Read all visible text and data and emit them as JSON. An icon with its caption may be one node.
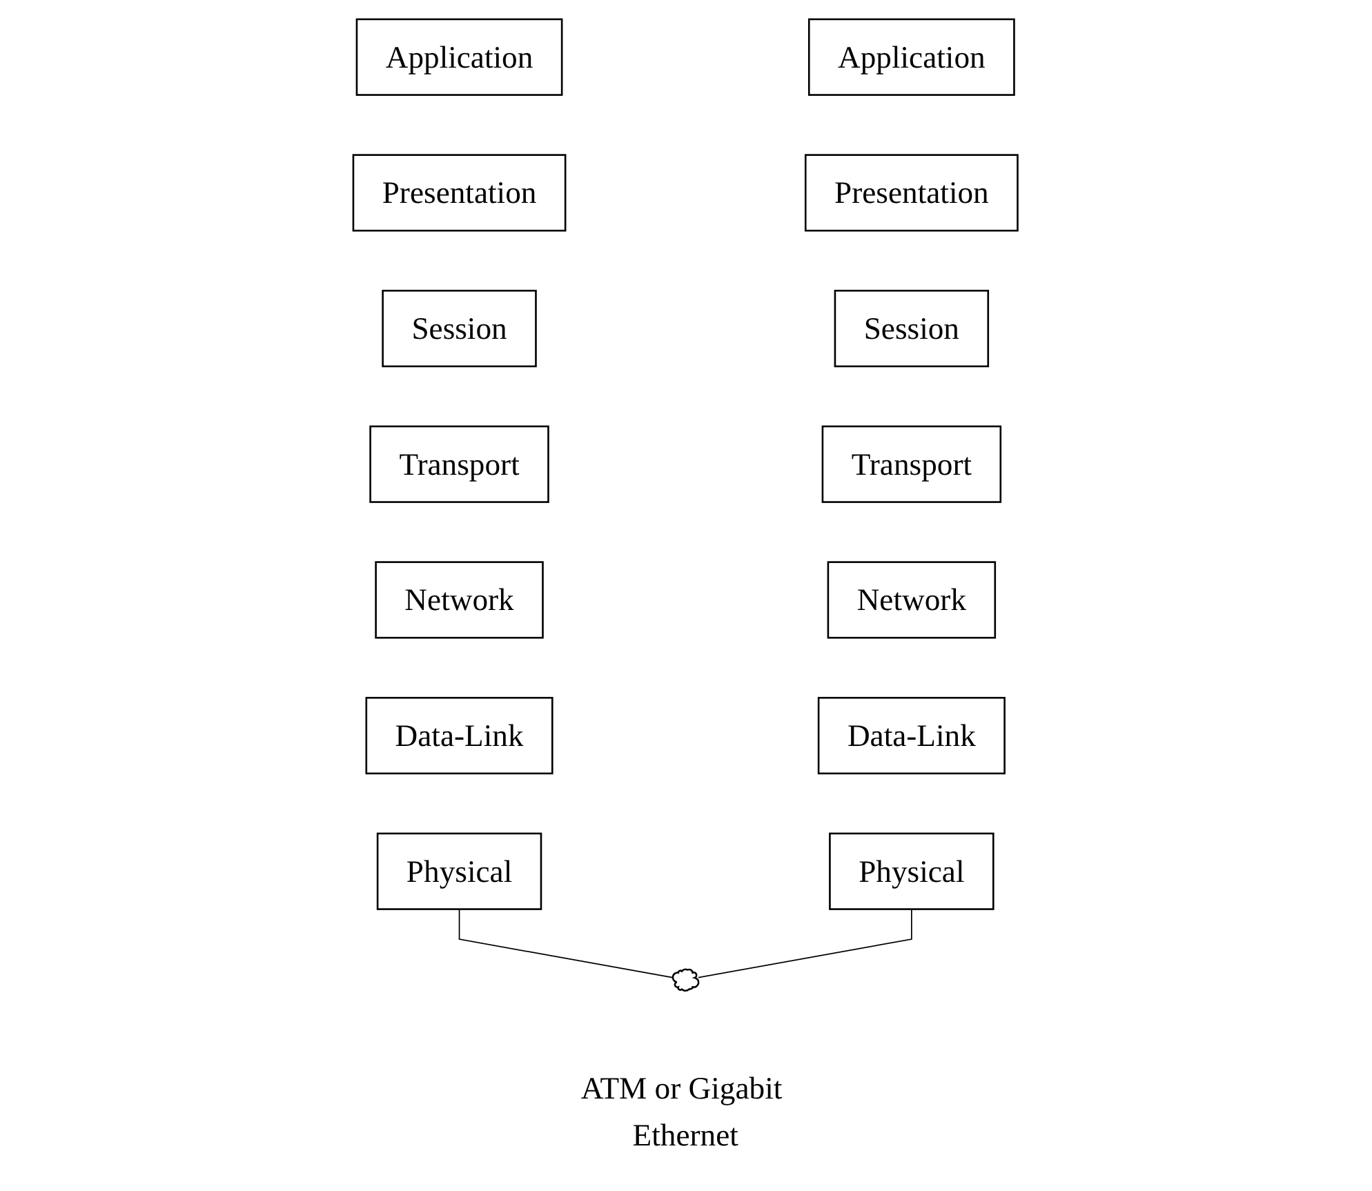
{
  "diagram": {
    "nodes": [
      {
        "text": [
          "Application"
        ]
      },
      {
        "text": [
          "Presentation"
        ]
      },
      {
        "text": [
          "Session"
        ]
      },
      {
        "text": [
          "Transport"
        ]
      },
      {
        "text": [
          "Network"
        ]
      },
      {
        "text": [
          "Data-Link"
        ]
      },
      {
        "text": [
          "Physical"
        ]
      },
      {
        "text": [
          "Application"
        ]
      },
      {
        "text": [
          "Presentation"
        ]
      },
      {
        "text": [
          "Session"
        ]
      },
      {
        "text": [
          "Transport"
        ]
      },
      {
        "text": [
          "Network"
        ]
      },
      {
        "text": [
          "Data-Link"
        ]
      },
      {
        "text": [
          "Physical"
        ]
      },
      {
        "text": [],
        "shape": "cloud",
        "beside": [
          "ATM or Gigabit Ethernet"
        ]
      }
    ],
    "edges": [
      {
        "from": 6,
        "to": 14,
        "arrow": "none"
      },
      {
        "from": 13,
        "to": 14,
        "arrow": "none"
      }
    ]
  }
}
